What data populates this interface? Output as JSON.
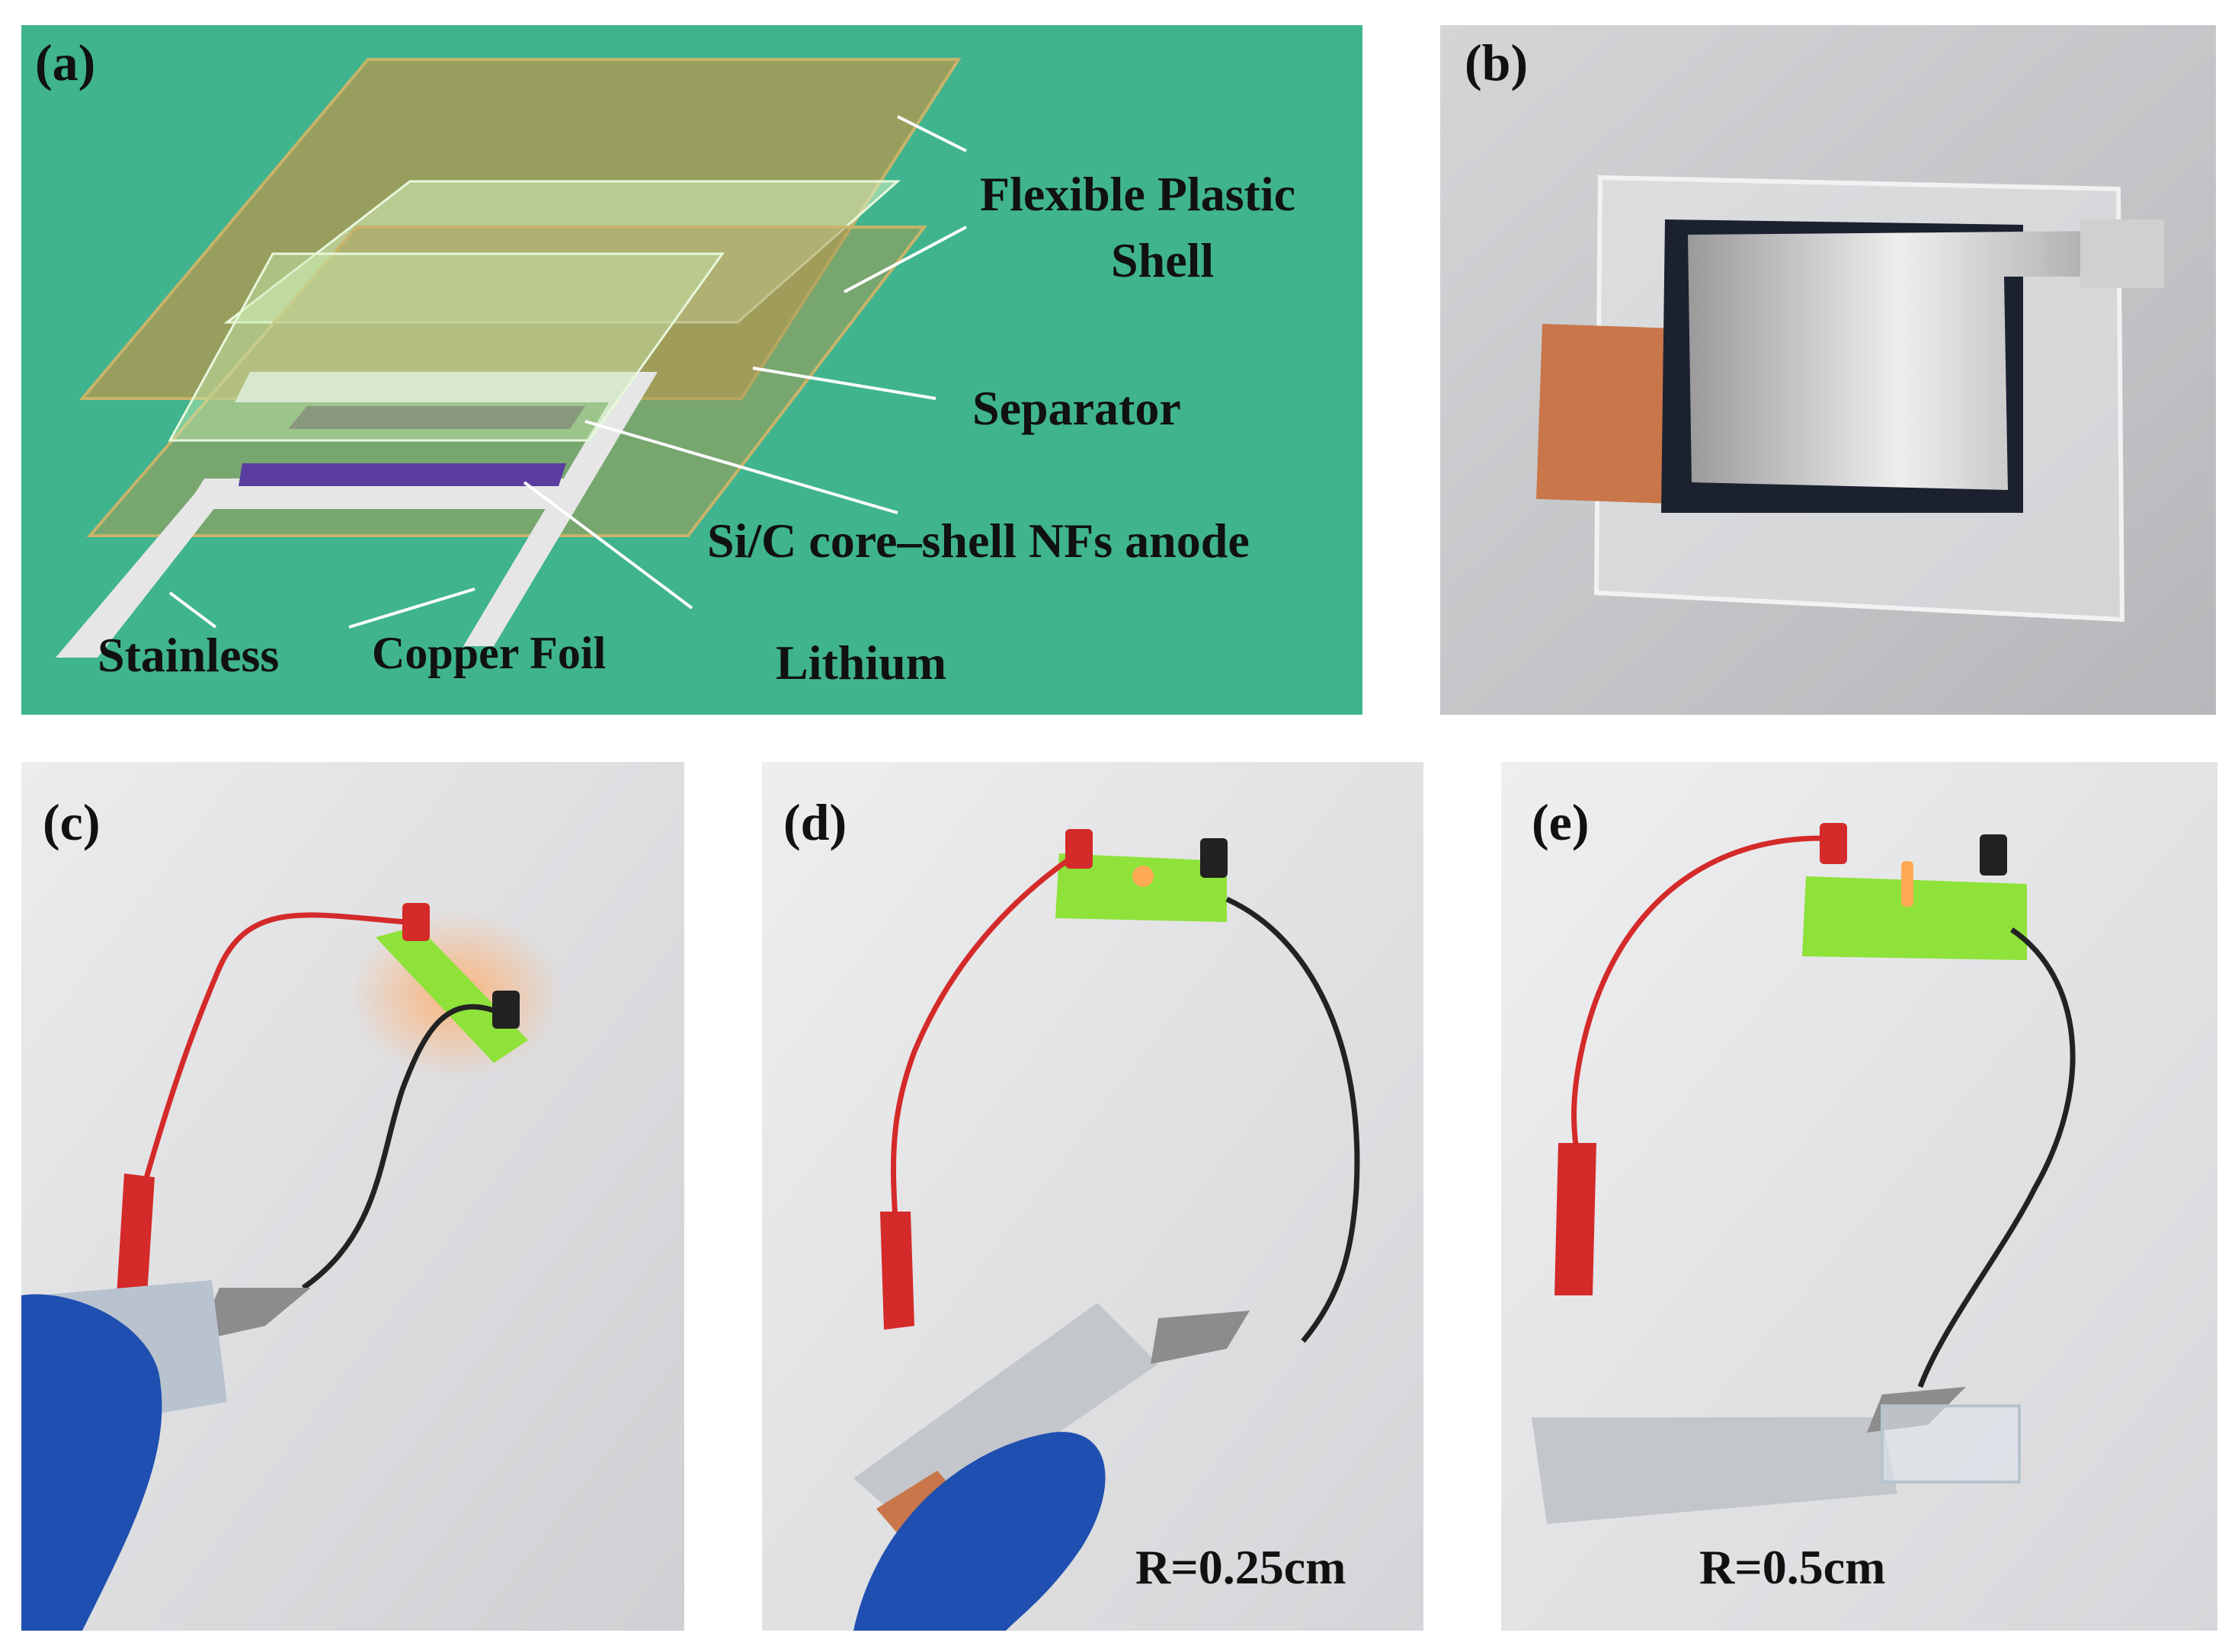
{
  "panels": {
    "a": {
      "label": "(a)",
      "annotations": {
        "flexible_plastic_shell_line1": "Flexible Plastic",
        "flexible_plastic_shell_line2": "Shell",
        "separator": "Separator",
        "anode": "Si/C core–shell NFs anode",
        "lithium": "Lithium",
        "stainless": "Stainless",
        "copper_foil": "Copper Foil"
      }
    },
    "b": {
      "label": "(b)"
    },
    "c": {
      "label": "(c)"
    },
    "d": {
      "label": "(d)",
      "caption": "R=0.25cm"
    },
    "e": {
      "label": "(e)",
      "caption": "R=0.5cm"
    }
  },
  "colors": {
    "diagram_background": "#3fb48f",
    "plastic_shell": "#a89a55",
    "separator": "#c8eab0",
    "stainless": "#e6e6e6",
    "anode": "#555555",
    "lithium": "#5a3d9e",
    "copper": "#c8764a",
    "aluminum": "#d8d8d8",
    "led_holder": "#8ee23a",
    "red_wire": "#d42a2a",
    "glove": "#1f4fb0"
  }
}
